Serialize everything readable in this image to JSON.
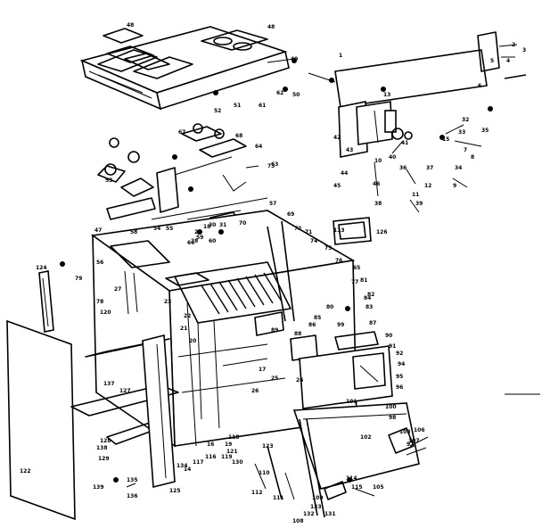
{
  "callouts": [
    {
      "id": "top-burner-grate-left",
      "text": "48"
    },
    {
      "id": "top-burner-grate-right",
      "text": "48"
    },
    {
      "id": "cooktop-panel",
      "text": "49"
    },
    {
      "id": "cooktop-screw",
      "text": "50"
    },
    {
      "id": "cooktop-hinge-a",
      "text": "51"
    },
    {
      "id": "cooktop-hinge-b",
      "text": "52"
    },
    {
      "id": "backguard-end",
      "text": "2"
    },
    {
      "id": "backguard-bracket",
      "text": "3"
    },
    {
      "id": "control-knob-a",
      "text": "32"
    },
    {
      "id": "control-knob-b",
      "text": "35"
    },
    {
      "id": "valve-left",
      "text": "67"
    },
    {
      "id": "valve-right",
      "text": "68"
    },
    {
      "id": "manifold-bracket",
      "text": "73"
    },
    {
      "id": "burner-box-top",
      "text": "70"
    },
    {
      "id": "broiler-drawer",
      "text": "126"
    },
    {
      "id": "side-panel-left",
      "text": "124"
    },
    {
      "id": "side-panel-bracket",
      "text": "56"
    },
    {
      "id": "side-panel-bottom",
      "text": "120"
    },
    {
      "id": "left-side-panel",
      "text": "122"
    },
    {
      "id": "insulation-a",
      "text": "127"
    },
    {
      "id": "insulation-b",
      "text": "128"
    },
    {
      "id": "insulation-c",
      "text": "129"
    },
    {
      "id": "door-hinge",
      "text": "113"
    },
    {
      "id": "oven-liner",
      "text": "65"
    },
    {
      "id": "oven-liner-b",
      "text": "81"
    },
    {
      "id": "oven-rack-a",
      "text": "82"
    },
    {
      "id": "oven-rack-b",
      "text": "83"
    },
    {
      "id": "oven-vent",
      "text": "87"
    },
    {
      "id": "oven-door-a",
      "text": "90"
    },
    {
      "id": "oven-door-b",
      "text": "91"
    },
    {
      "id": "oven-door-c",
      "text": "92"
    },
    {
      "id": "oven-door-d",
      "text": "94"
    },
    {
      "id": "oven-door-e",
      "text": "95"
    },
    {
      "id": "oven-door-f",
      "text": "96"
    },
    {
      "id": "bottom-trim",
      "text": "97"
    },
    {
      "id": "bottom-trim-b",
      "text": "98"
    },
    {
      "id": "kick-plate",
      "text": "99"
    },
    {
      "id": "front-frame",
      "text": "100"
    },
    {
      "id": "front-frame-b",
      "text": "101"
    },
    {
      "id": "front-frame-c",
      "text": "102"
    },
    {
      "id": "front-frame-d",
      "text": "103"
    },
    {
      "id": "leveling-leg",
      "text": "105"
    },
    {
      "id": "burner-a",
      "text": "110"
    },
    {
      "id": "burner-b",
      "text": "111"
    },
    {
      "id": "burner-c",
      "text": "112"
    },
    {
      "id": "burner-d",
      "text": "116"
    },
    {
      "id": "burner-e",
      "text": "117"
    },
    {
      "id": "burner-f",
      "text": "118"
    },
    {
      "id": "burner-g",
      "text": "119"
    },
    {
      "id": "burner-h",
      "text": "121"
    },
    {
      "id": "burner-i",
      "text": "123"
    },
    {
      "id": "burner-j",
      "text": "125"
    },
    {
      "id": "burner-k",
      "text": "130"
    },
    {
      "id": "rear-panel",
      "text": "131"
    },
    {
      "id": "rear-panel-b",
      "text": "132"
    },
    {
      "id": "rear-panel-c",
      "text": "133"
    },
    {
      "id": "rear-panel-d",
      "text": "134"
    },
    {
      "id": "rear-panel-e",
      "text": "135"
    },
    {
      "id": "rear-panel-f",
      "text": "136"
    },
    {
      "id": "rear-panel-g",
      "text": "137"
    },
    {
      "id": "rear-panel-h",
      "text": "138"
    },
    {
      "id": "rear-panel-i",
      "text": "139"
    },
    {
      "id": "pilot-a",
      "text": "57"
    },
    {
      "id": "pilot-b",
      "text": "59"
    },
    {
      "id": "pilot-c",
      "text": "60"
    },
    {
      "id": "pilot-d",
      "text": "61"
    },
    {
      "id": "pilot-e",
      "text": "62"
    },
    {
      "id": "pilot-f",
      "text": "63"
    },
    {
      "id": "pilot-g",
      "text": "64"
    },
    {
      "id": "pilot-h",
      "text": "66"
    },
    {
      "id": "pilot-i",
      "text": "69"
    },
    {
      "id": "pilot-j",
      "text": "71"
    },
    {
      "id": "pilot-k",
      "text": "72"
    },
    {
      "id": "pilot-l",
      "text": "74"
    },
    {
      "id": "pilot-m",
      "text": "75"
    },
    {
      "id": "pilot-n",
      "text": "76"
    },
    {
      "id": "pilot-o",
      "text": "77"
    },
    {
      "id": "pilot-p",
      "text": "78"
    },
    {
      "id": "pilot-q",
      "text": "79"
    },
    {
      "id": "pilot-r",
      "text": "80"
    },
    {
      "id": "pilot-s",
      "text": "84"
    },
    {
      "id": "pilot-t",
      "text": "85"
    },
    {
      "id": "pilot-u",
      "text": "86"
    },
    {
      "id": "pilot-v",
      "text": "88"
    },
    {
      "id": "pilot-w",
      "text": "89"
    },
    {
      "id": "wire-a",
      "text": "14"
    },
    {
      "id": "wire-b",
      "text": "16"
    },
    {
      "id": "wire-c",
      "text": "17"
    },
    {
      "id": "wire-d",
      "text": "19"
    },
    {
      "id": "wire-e",
      "text": "20"
    },
    {
      "id": "wire-f",
      "text": "21"
    },
    {
      "id": "wire-g",
      "text": "22"
    },
    {
      "id": "wire-h",
      "text": "23"
    },
    {
      "id": "wire-i",
      "text": "24"
    },
    {
      "id": "wire-j",
      "text": "25"
    },
    {
      "id": "wire-k",
      "text": "26"
    },
    {
      "id": "wire-l",
      "text": "28"
    },
    {
      "id": "wire-m",
      "text": "29"
    },
    {
      "id": "wire-n",
      "text": "30"
    },
    {
      "id": "wire-o",
      "text": "31"
    },
    {
      "id": "wire-p",
      "text": "33"
    },
    {
      "id": "wire-q",
      "text": "34"
    },
    {
      "id": "wire-r",
      "text": "36"
    },
    {
      "id": "wire-s",
      "text": "37"
    },
    {
      "id": "wire-t",
      "text": "38"
    },
    {
      "id": "wire-u",
      "text": "39"
    },
    {
      "id": "wire-v",
      "text": "40"
    },
    {
      "id": "wire-w",
      "text": "41"
    },
    {
      "id": "wire-x",
      "text": "42"
    },
    {
      "id": "wire-y",
      "text": "43"
    },
    {
      "id": "wire-z",
      "text": "44"
    },
    {
      "id": "wire-aa",
      "text": "45"
    },
    {
      "id": "wire-ab",
      "text": "46"
    },
    {
      "id": "wire-ac",
      "text": "47"
    },
    {
      "id": "wire-ad",
      "text": "53"
    },
    {
      "id": "wire-ae",
      "text": "54"
    },
    {
      "id": "wire-af",
      "text": "55"
    },
    {
      "id": "wire-ag",
      "text": "58"
    },
    {
      "id": "misc-a",
      "text": "1"
    },
    {
      "id": "misc-b",
      "text": "4"
    },
    {
      "id": "misc-c",
      "text": "5"
    },
    {
      "id": "misc-d",
      "text": "6"
    },
    {
      "id": "misc-e",
      "text": "7"
    },
    {
      "id": "misc-f",
      "text": "8"
    },
    {
      "id": "misc-g",
      "text": "9"
    },
    {
      "id": "misc-h",
      "text": "10"
    },
    {
      "id": "misc-i",
      "text": "11"
    },
    {
      "id": "misc-j",
      "text": "12"
    },
    {
      "id": "misc-k",
      "text": "13"
    },
    {
      "id": "misc-l",
      "text": "15"
    },
    {
      "id": "misc-m",
      "text": "18"
    },
    {
      "id": "misc-n",
      "text": "27"
    },
    {
      "id": "misc-o",
      "text": "106"
    },
    {
      "id": "misc-p",
      "text": "107"
    },
    {
      "id": "misc-q",
      "text": "108"
    },
    {
      "id": "misc-r",
      "text": "109"
    },
    {
      "id": "misc-s",
      "text": "114"
    },
    {
      "id": "misc-t",
      "text": "115"
    }
  ]
}
